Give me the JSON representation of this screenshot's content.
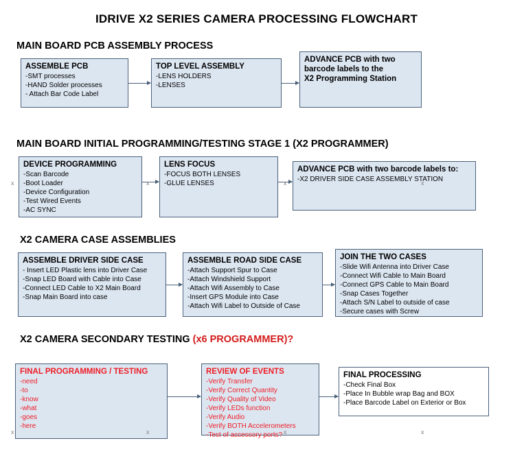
{
  "title": "IDRIVE X2  SERIES CAMERA PROCESSING FLOWCHART",
  "sections": [
    {
      "id": "main-board-pcb-assembly",
      "heading": "MAIN BOARD PCB ASSEMBLY PROCESS",
      "heading_red": "",
      "boxes": [
        {
          "name": "assemble-pcb",
          "title": "ASSEMBLE PCB",
          "lines": "-SMT processes\n-HAND Solder processes\n- Attach Bar Code Label",
          "style": "blue"
        },
        {
          "name": "top-level-assembly",
          "title": "TOP LEVEL ASSEMBLY",
          "lines": "-LENS HOLDERS\n-LENSES",
          "style": "blue"
        },
        {
          "name": "advance-pcb-to-programming-station",
          "title": "ADVANCE PCB with two\nbarcode labels to the\nX2 Programming Station",
          "lines": "",
          "style": "blue"
        }
      ]
    },
    {
      "id": "main-board-initial-programming",
      "heading": "MAIN BOARD INITIAL PROGRAMMING/TESTING STAGE 1 (X2 PROGRAMMER)",
      "heading_red": "",
      "boxes": [
        {
          "name": "device-programming",
          "title": "DEVICE PROGRAMMING",
          "lines": "-Scan Barcode\n-Boot Loader\n-Device Configuration\n-Test Wired Events\n-AC SYNC",
          "style": "blue"
        },
        {
          "name": "lens-focus",
          "title": "LENS FOCUS",
          "lines": "-FOCUS BOTH LENSES\n-GLUE LENSES",
          "style": "blue"
        },
        {
          "name": "advance-pcb-to-driver-side-case",
          "title": "ADVANCE PCB with two barcode labels to:",
          "lines": "-X2 DRIVER  SIDE  CASE  ASSEMBLY STATION",
          "style": "blue"
        }
      ]
    },
    {
      "id": "x2-camera-case-assemblies",
      "heading": "X2 CAMERA CASE ASSEMBLIES",
      "heading_red": "",
      "boxes": [
        {
          "name": "assemble-driver-side-case",
          "title": "ASSEMBLE DRIVER SIDE CASE",
          "lines": "- Insert LED Plastic lens into Driver Case\n-Snap LED Board with Cable into Case\n-Connect LED Cable to X2 Main Board\n-Snap Main Board into case",
          "style": "blue"
        },
        {
          "name": "assemble-road-side-case",
          "title": "ASSEMBLE ROAD SIDE CASE",
          "lines": "-Attach Support Spur to Case\n-Attach Windshield Support\n-Attach Wifi Assembly to Case\n-Insert GPS Module into Case\n-Attach Wifi Label to Outside of Case",
          "style": "blue"
        },
        {
          "name": "join-the-two-cases",
          "title": "JOIN THE TWO CASES",
          "lines": "-Slide Wifi Antenna into Driver Case\n-Connect Wifi Cable to Main Board\n-Connect GPS Cable to Main Board\n-Snap Cases Together\n-Attach S/N Label to outside of case\n-Secure cases with Screw",
          "style": "blue"
        }
      ]
    },
    {
      "id": "x2-camera-secondary-testing",
      "heading": "X2 CAMERA SECONDARY TESTING ",
      "heading_red": "(x6 PROGRAMMER)?",
      "boxes": [
        {
          "name": "final-programming-testing",
          "title": "FINAL PROGRAMMING / TESTING",
          "lines": "-need\n-to\n-know\n-what\n-goes\n-here",
          "style": "red"
        },
        {
          "name": "review-of-events",
          "title": "REVIEW OF EVENTS",
          "lines": "-Verify Transfer\n-Verify Correct Quantity\n-Verify Quality of Video\n-Verify LEDs function\n-Verify Audio\n-Verify BOTH Accelerometers\n-Test of accessory ports?",
          "style": "red"
        },
        {
          "name": "final-processing",
          "title": "FINAL PROCESSING",
          "lines": "-Check Final Box\n-Place In Bubble wrap Bag and BOX\n-Place Barcode Label on Exterior or Box",
          "style": "plain"
        }
      ]
    }
  ],
  "colors": {
    "box_fill": "#dce6f1",
    "box_border": "#4a6079",
    "red_text": "#ee1c25",
    "heading_red": "#d31b1b"
  }
}
